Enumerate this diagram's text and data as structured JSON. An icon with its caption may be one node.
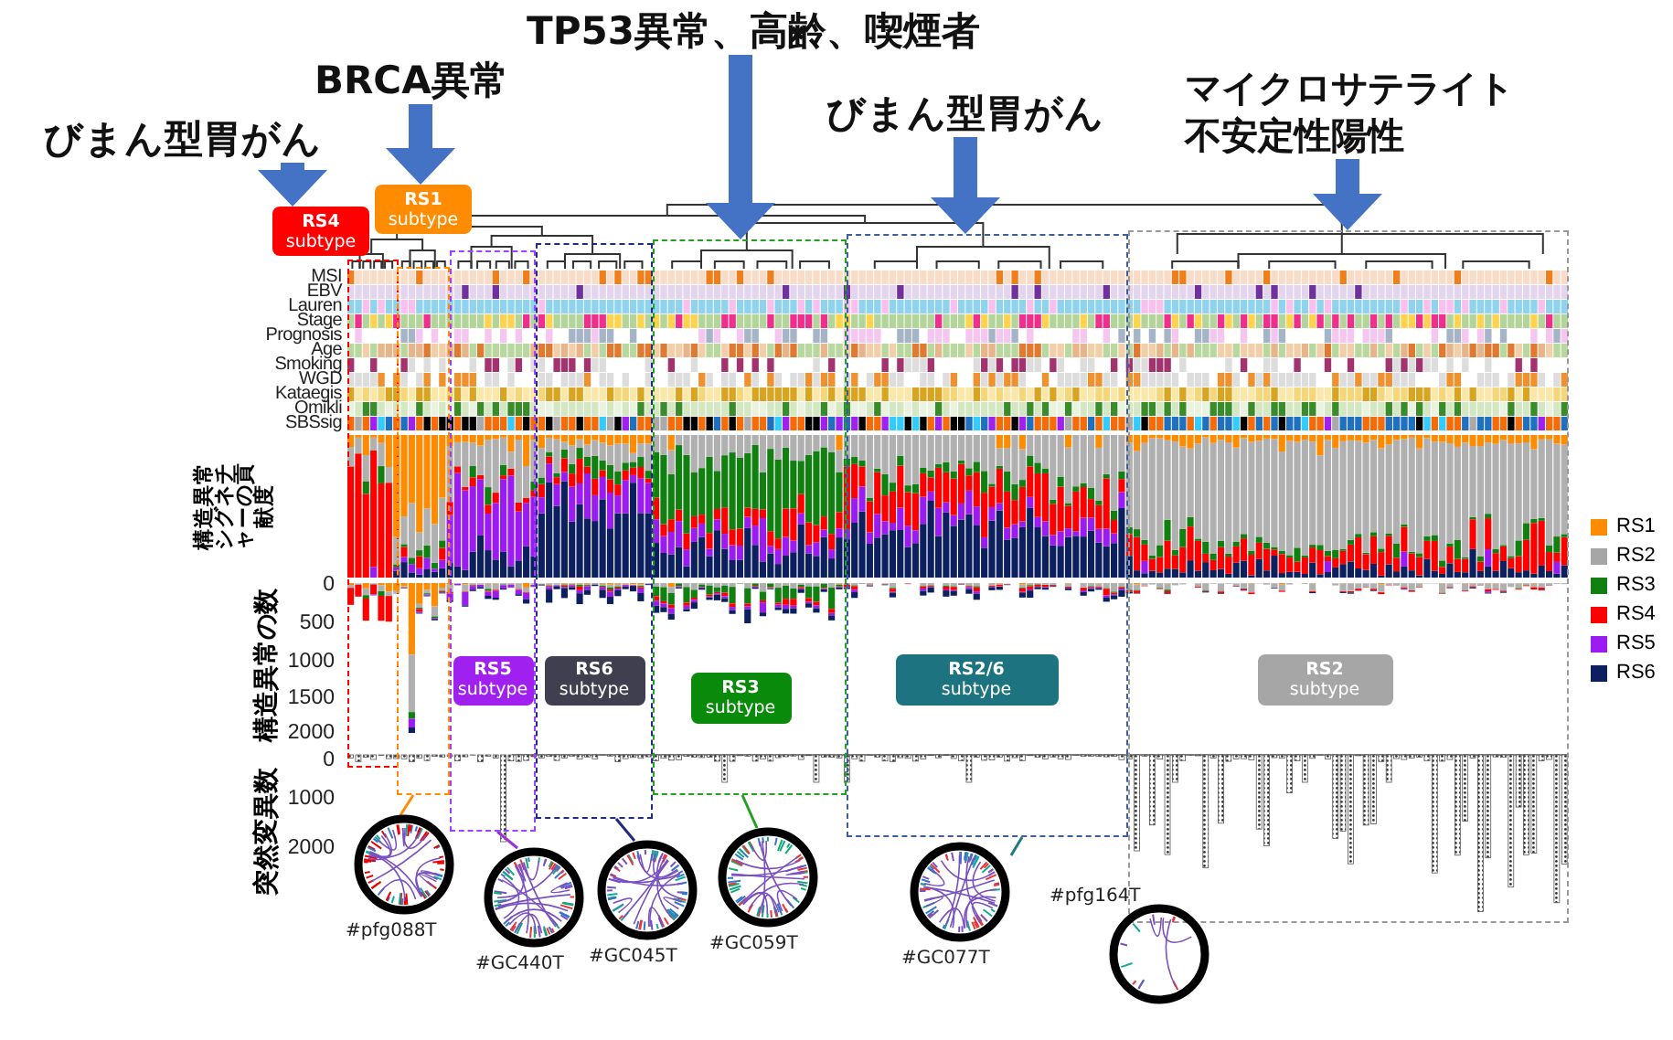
{
  "diagram": {
    "nodes": [
      {
        "text": [
          "TP53異常、高齢、喫煙者"
        ]
      },
      {
        "text": [
          "BRCA異常"
        ]
      },
      {
        "text": [
          "マイクロサテライト不安定性陽性"
        ]
      },
      {
        "text": [
          "びまん型胃がん"
        ]
      },
      {
        "text": [
          "びまん型胃がん"
        ]
      },
      {
        "text": [
          "RS1",
          "subtype"
        ]
      },
      {
        "text": [
          "RS4",
          "subtype"
        ]
      },
      {
        "text": [],
        "shape": "box"
      },
      {
        "text": [],
        "shape": "box"
      },
      {
        "text": [],
        "shape": "box"
      },
      {
        "text": [
          "RS5",
          "subtype"
        ],
        "in": 9
      },
      {
        "text": [],
        "shape": "box"
      },
      {
        "text": [
          "RS6",
          "subtype"
        ],
        "in": 11
      },
      {
        "text": [],
        "shape": "box"
      },
      {
        "text": [
          "RS3",
          "subtype"
        ],
        "in": 13
      },
      {
        "text": [],
        "shape": "box"
      },
      {
        "text": [
          "RS2/6",
          "subtype"
        ],
        "in": 15
      },
      {
        "text": [],
        "shape": "box"
      },
      {
        "text": [
          "RS2",
          "subtype"
        ],
        "in": 17
      },
      {
        "text": [
          "#pfg088T"
        ]
      },
      {
        "text": [
          "#GC440T"
        ]
      },
      {
        "text": [
          "#GC045T"
        ]
      },
      {
        "text": [
          "#GC059T"
        ]
      },
      {
        "text": [
          "#GC077T"
        ]
      },
      {
        "text": [
          "#pfg164T"
        ]
      }
    ],
    "edges": [
      {
        "from": 4,
        "to": 6,
        "arrow": "to",
        "style": "thick",
        "color": "#4472c4"
      },
      {
        "from": 1,
        "to": 5,
        "arrow": "to",
        "style": "thick",
        "color": "#4472c4"
      },
      {
        "from": 0,
        "to": 13,
        "arrow": "to",
        "style": "thick",
        "color": "#4472c4"
      },
      {
        "from": 3,
        "to": 15,
        "arrow": "to",
        "style": "thick",
        "color": "#4472c4"
      },
      {
        "from": 2,
        "to": 17,
        "arrow": "to",
        "style": "thick",
        "color": "#4472c4"
      },
      {
        "from": 8,
        "to": 19,
        "arrow": "none",
        "color": "#ff8c00"
      },
      {
        "from": 9,
        "to": 20,
        "arrow": "none",
        "color": "#9b30d9"
      },
      {
        "from": 11,
        "to": 21,
        "arrow": "none",
        "color": "#1f2a80"
      },
      {
        "from": 13,
        "to": 22,
        "arrow": "none",
        "color": "#22a022"
      },
      {
        "from": 15,
        "to": 23,
        "arrow": "none",
        "color": "#1f7a80"
      }
    ],
    "labels": [
      "MSI",
      "EBV",
      "Lauren",
      "Stage",
      "Prognosis",
      "Age",
      "Smoking",
      "WGD",
      "Kataegis",
      "Omikli",
      "SBSsig",
      "構造異常シグネチャーの貢献度",
      "構造異常の数",
      "0",
      "500",
      "1000",
      "1500",
      "2000",
      "突然変異数",
      "0",
      "1000",
      "2000"
    ],
    "legend": [
      {
        "text": "RS1",
        "color": "#ff8c00"
      },
      {
        "text": "RS2",
        "color": "#a6a6a6"
      },
      {
        "text": "RS3",
        "color": "#118011"
      },
      {
        "text": "RS4",
        "color": "#ff0000"
      },
      {
        "text": "RS5",
        "color": "#9b1cf0"
      },
      {
        "text": "RS6",
        "color": "#0c1f5e"
      }
    ]
  }
}
